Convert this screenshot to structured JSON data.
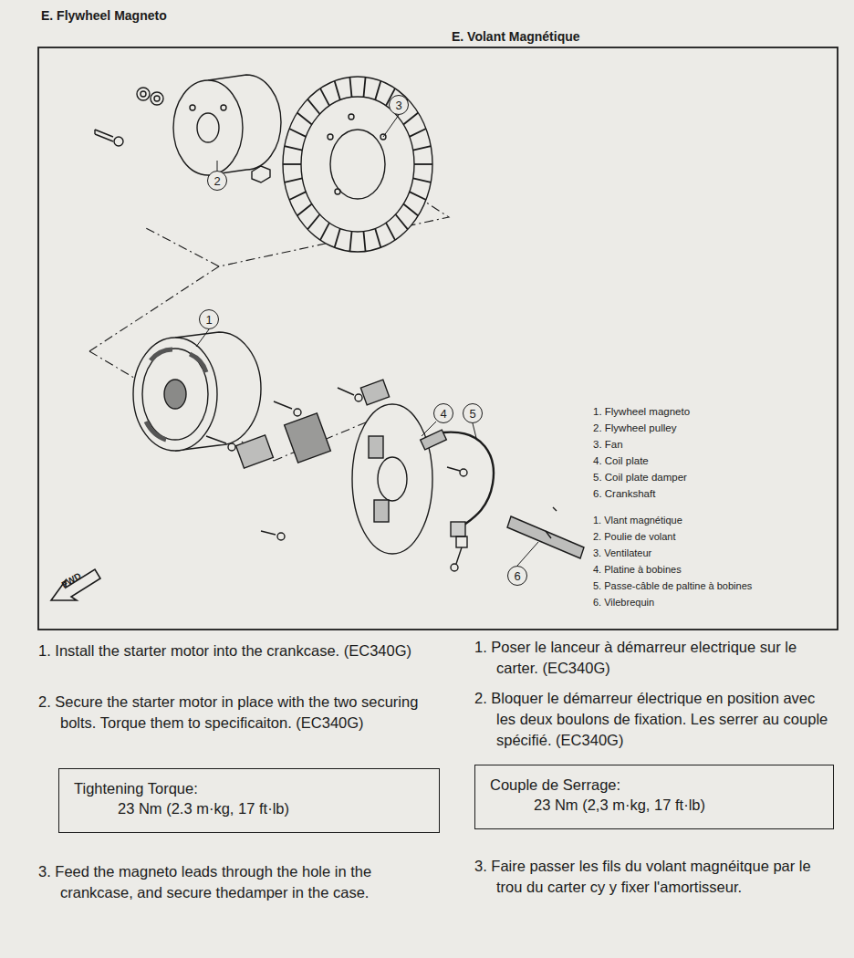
{
  "diagram": {
    "title": "E. Flywheel Magneto",
    "nodes": [
      {
        "text": [
          "3"
        ]
      },
      {
        "text": [
          "2"
        ]
      },
      {
        "text": [
          "1"
        ]
      },
      {
        "text": [
          "4"
        ]
      },
      {
        "text": [
          "5"
        ]
      },
      {
        "text": [
          "6"
        ]
      },
      {
        "text": [
          "Tightening Torque:",
          "23 Nm (2.3 m·kg, 17 ft·lb)"
        ]
      },
      {
        "text": [
          "Couple de Serrage:",
          "23 Nm (2,3 m·kg, 17 ft·lb)"
        ]
      }
    ],
    "labels": [
      "E. Volant Magnétique",
      "1. Flywheel magneto",
      "2. Flywheel pulley",
      "3. Fan",
      "4. Coil plate",
      "5. Coil plate damper",
      "6. Crankshaft",
      "1. Vlant magnétique",
      "2. Poulie de volant",
      "3. Ventilateur",
      "4. Platine à bobines",
      "5. Passe-câble de paltine à bobines",
      "6. Vilebrequin",
      "FWD",
      "1. Install the starter motor into the crankcase. (EC340G)",
      "2. Secure the starter motor in place with the two securing bolts. Torque them to specificaiton. (EC340G)",
      "3. Feed the magneto leads through the hole in the crankcase, and secure thedamper in the case.",
      "1. Poser le lanceur à démarreur electrique sur le carter. (EC340G)",
      "2. Bloquer le démarreur électrique en position avec les deux boulons de fixation. Les serrer au couple spécifié. (EC340G)",
      "3. Faire passer les fils du volant magnéitque par le trou du carter cy y fixer l'amortisseur."
    ]
  }
}
